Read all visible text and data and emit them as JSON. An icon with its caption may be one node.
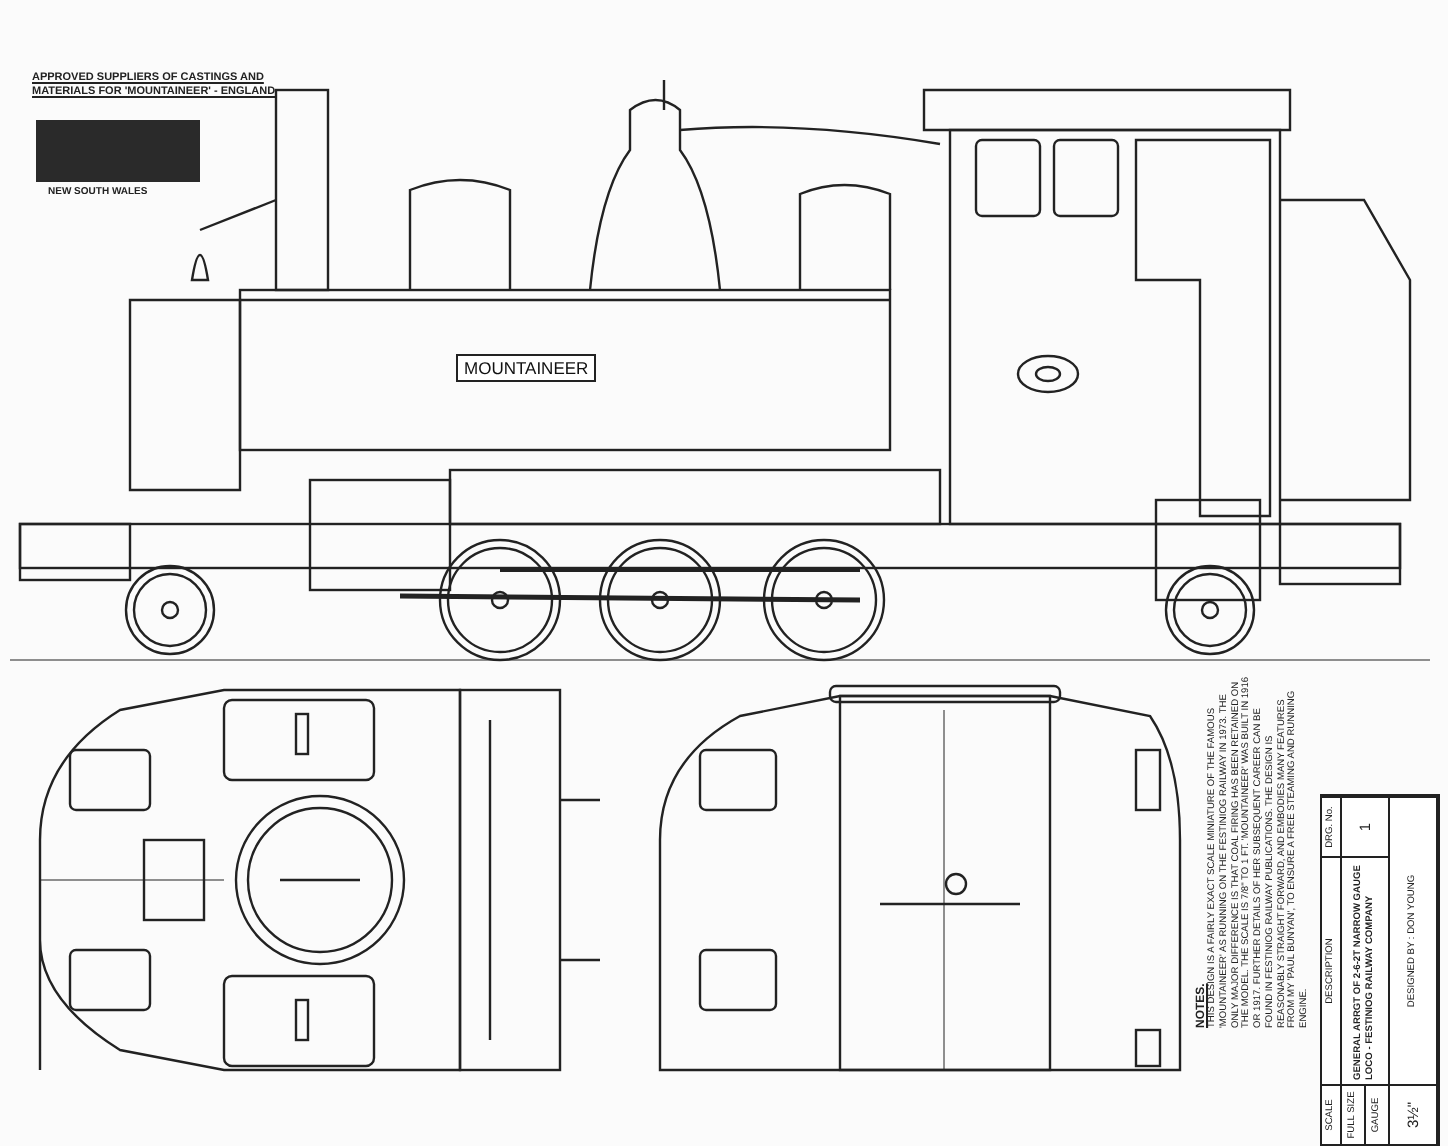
{
  "diagram": {
    "labels": [
      "APPROVED SUPPLIERS OF CASTINGS AND MATERIALS FOR 'MOUNTAINEER' - ENGLAND",
      "NEW SOUTH WALES",
      "MOUNTAINEER",
      "NOTES.",
      "THIS DESIGN IS A FAIRLY EXACT SCALE MINIATURE OF THE FAMOUS 'MOUNTAINEER' AS RUNNING ON THE FESTINIOG RAILWAY IN 1973. THE ONLY MAJOR DIFFERENCE IS THAT COAL FIRING HAS BEEN RETAINED ON THE MODEL. THE SCALE IS 7/8\" TO 1 FT. 'MOUNTAINEER' WAS BUILT IN 1916 OR 1917. FURTHER DETAILS OF HER SUBSEQUENT CAREER CAN BE FOUND IN FESTINIOG RAILWAY PUBLICATIONS. THE DESIGN IS REASONABLY STRAIGHT FORWARD, AND EMBODIES MANY FEATURES FROM MY 'PAUL BUNYAN', TO ENSURE A FREE STEAMING AND RUNNING ENGINE.",
      "SCALE",
      "DESCRIPTION",
      "DRG. No.",
      "FULL SIZE",
      "GENERAL ARRGT OF 2-6-2T NARROW GAUGE LOCO - FESTINIOG RAILWAY COMPANY",
      "1",
      "GAUGE",
      "3½\"",
      "DESIGNED BY : DON YOUNG"
    ]
  }
}
